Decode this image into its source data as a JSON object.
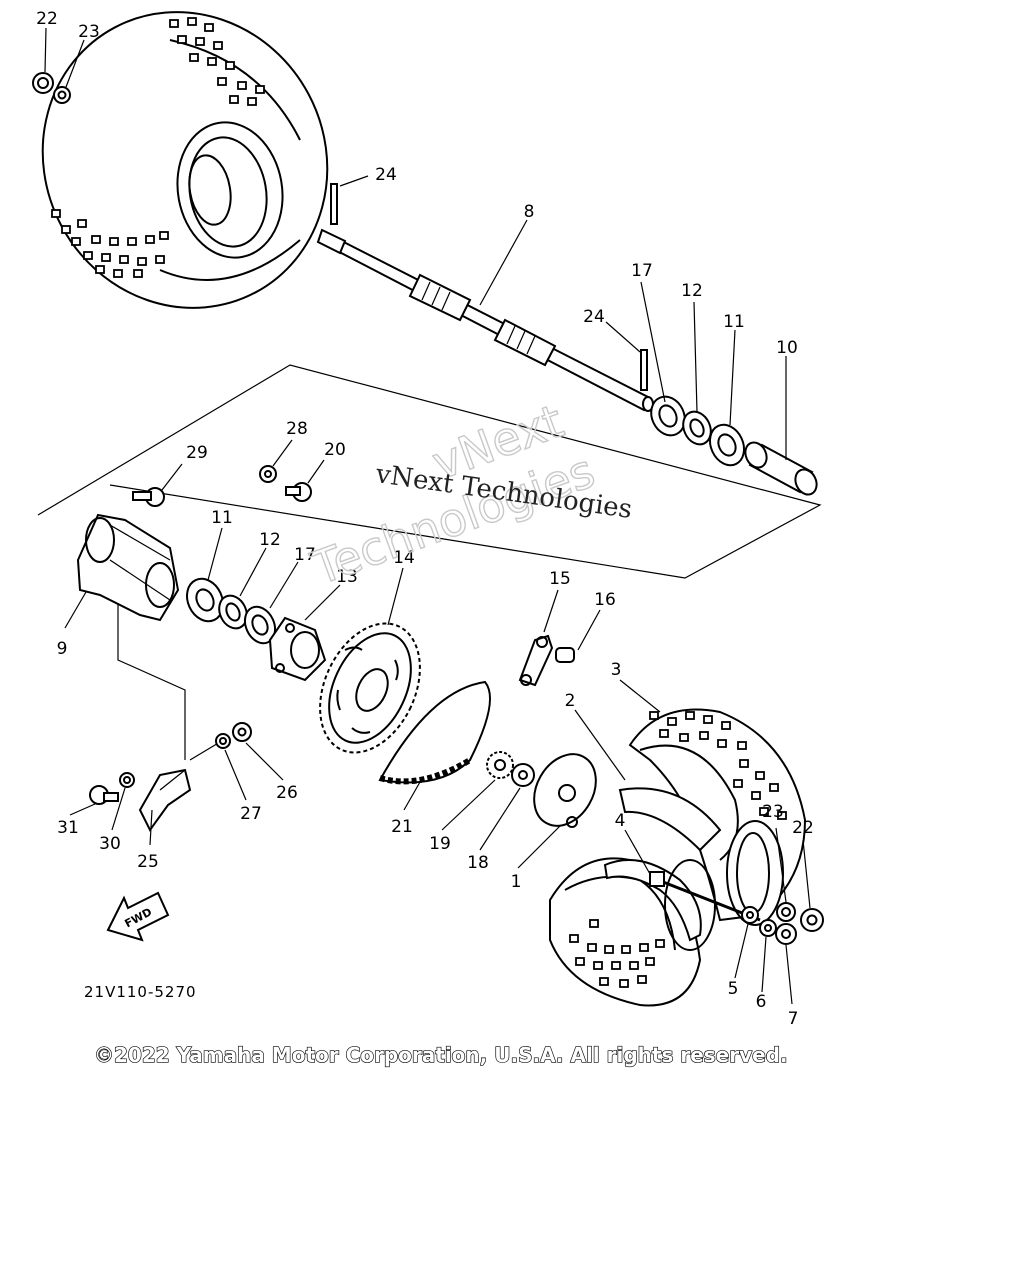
{
  "callouts": [
    {
      "id": "c22a",
      "text": "22"
    },
    {
      "id": "c23a",
      "text": "23"
    },
    {
      "id": "c24a",
      "text": "24"
    },
    {
      "id": "c8",
      "text": "8"
    },
    {
      "id": "c17a",
      "text": "17"
    },
    {
      "id": "c12a",
      "text": "12"
    },
    {
      "id": "c11a",
      "text": "11"
    },
    {
      "id": "c10",
      "text": "10"
    },
    {
      "id": "c24b",
      "text": "24"
    },
    {
      "id": "c28",
      "text": "28"
    },
    {
      "id": "c29",
      "text": "29"
    },
    {
      "id": "c20",
      "text": "20"
    },
    {
      "id": "c11b",
      "text": "11"
    },
    {
      "id": "c12b",
      "text": "12"
    },
    {
      "id": "c17b",
      "text": "17"
    },
    {
      "id": "c13",
      "text": "13"
    },
    {
      "id": "c14",
      "text": "14"
    },
    {
      "id": "c15",
      "text": "15"
    },
    {
      "id": "c16",
      "text": "16"
    },
    {
      "id": "c9",
      "text": "9"
    },
    {
      "id": "c3",
      "text": "3"
    },
    {
      "id": "c2",
      "text": "2"
    },
    {
      "id": "c27",
      "text": "27"
    },
    {
      "id": "c26",
      "text": "26"
    },
    {
      "id": "c31",
      "text": "31"
    },
    {
      "id": "c30",
      "text": "30"
    },
    {
      "id": "c25",
      "text": "25"
    },
    {
      "id": "c21",
      "text": "21"
    },
    {
      "id": "c19",
      "text": "19"
    },
    {
      "id": "c18",
      "text": "18"
    },
    {
      "id": "c1",
      "text": "1"
    },
    {
      "id": "c4",
      "text": "4"
    },
    {
      "id": "c23b",
      "text": "23"
    },
    {
      "id": "c22b",
      "text": "22"
    },
    {
      "id": "c5",
      "text": "5"
    },
    {
      "id": "c6",
      "text": "6"
    },
    {
      "id": "c7",
      "text": "7"
    }
  ],
  "fwd_label": "FWD",
  "diagram_code": "21V110-5270",
  "watermark_line1": "vNext Technologies",
  "watermark_line2a": "vNext",
  "watermark_line2b": "Technologies",
  "copyright": "©2022 Yamaha Motor Corporation, U.S.A. All rights reserved."
}
